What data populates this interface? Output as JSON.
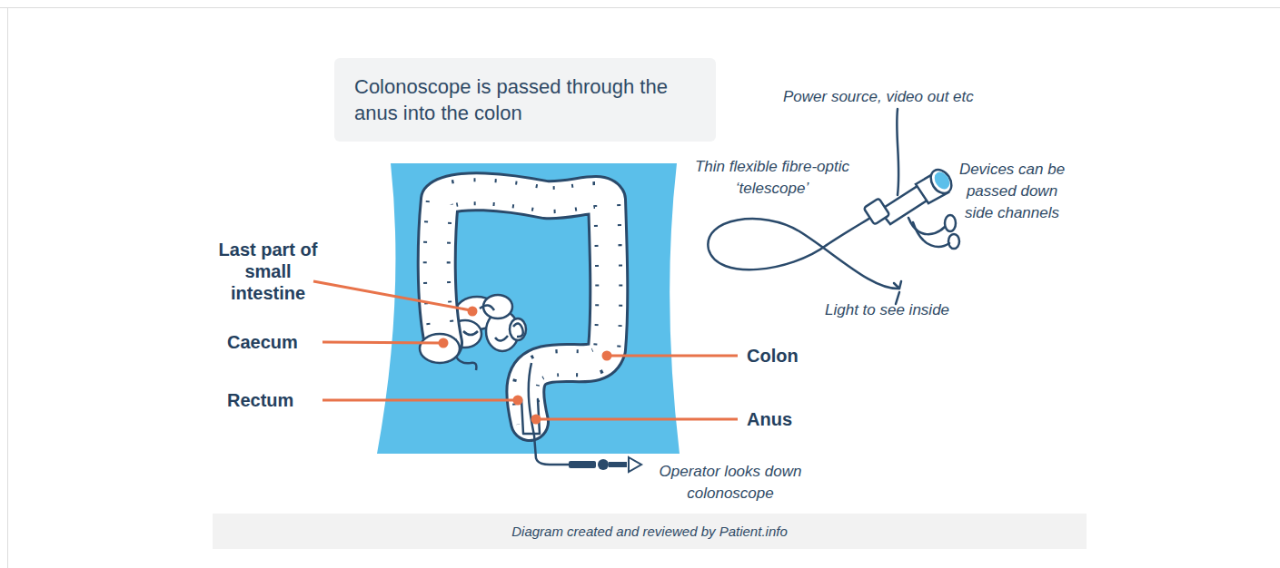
{
  "diagram": {
    "caption": "Diagram created and reviewed by Patient.info",
    "nodes": [
      {
        "text": [
          "Colonoscope is passed through the anus into the colon"
        ]
      }
    ],
    "labels": [
      "Last part of small intestine",
      "Caecum",
      "Rectum",
      "Colon",
      "Anus",
      "Power source, video out etc",
      "Thin flexible fibre-optic ‘telescope’",
      "Devices can be passed down side channels",
      "Light to see inside",
      "Operator looks down colonoscope"
    ]
  }
}
